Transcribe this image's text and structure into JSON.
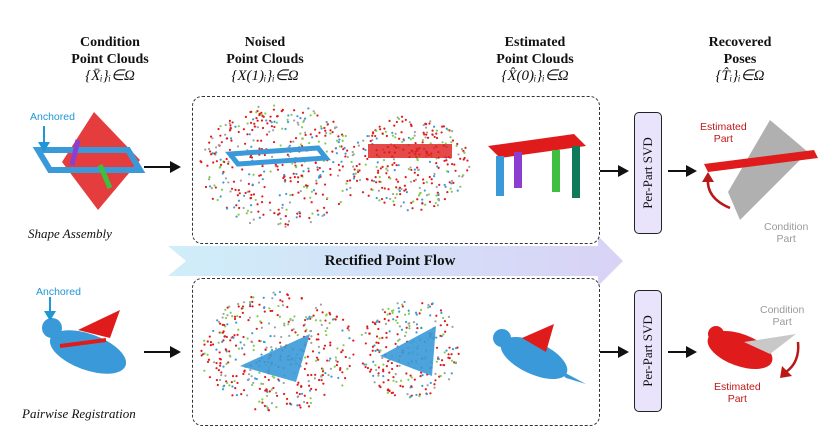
{
  "headers": {
    "condition": "Condition\nPoint Clouds",
    "noised": "Noised\nPoint Clouds",
    "estimated": "Estimated\nPoint Clouds",
    "recovered": "Recovered\nPoses"
  },
  "math": {
    "condition": "{X̄ᵢ}ᵢ∈Ω",
    "noised": "{X(1)ᵢ}ᵢ∈Ω",
    "estimated": "{X̂(0)ᵢ}ᵢ∈Ω",
    "recovered": "{T̂ᵢ}ᵢ∈Ω"
  },
  "rows": [
    {
      "label": "Shape Assembly",
      "anchored": "Anchored",
      "svd": "Per-Part SVD",
      "estimated_label": "Estimated\nPart",
      "condition_label": "Condition\nPart"
    },
    {
      "label": "Pairwise Registration",
      "anchored": "Anchored",
      "svd": "Per-Part SVD",
      "estimated_label": "Estimated\nPart",
      "condition_label": "Condition\nPart"
    }
  ],
  "banner": "Rectified Point Flow",
  "colors": {
    "blue": "#3a9ad9",
    "red": "#e01b1b",
    "gray": "#9a9a9a",
    "svd_fill": "#e9e4fb"
  }
}
